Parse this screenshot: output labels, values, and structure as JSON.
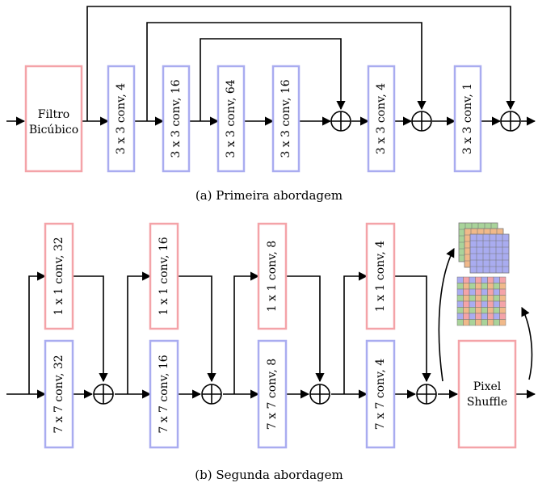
{
  "colors": {
    "red_box": "#f4a3a8",
    "blue_box": "#a9acf0",
    "line": "#000000"
  },
  "diagram_a": {
    "caption": "(a) Primeira abordagem",
    "bicubic": {
      "line1": "Filtro",
      "line2": "Bicúbico"
    },
    "blocks": [
      "3 x 3 conv, 4",
      "3 x 3 conv, 16",
      "3 x 3 conv, 64",
      "3 x 3 conv, 16",
      "3 x 3 conv, 4",
      "3 x 3 conv, 1"
    ]
  },
  "diagram_b": {
    "caption": "(b) Segunda abordagem",
    "top_blocks": [
      "1 x 1 conv, 32",
      "1 x 1 conv, 16",
      "1 x 1 conv, 8",
      "1 x 1 conv, 4"
    ],
    "bottom_blocks": [
      "7 x 7 conv, 32",
      "7 x 7 conv, 16",
      "7 x 7 conv, 8",
      "7 x 7 conv, 4"
    ],
    "pixel_shuffle": {
      "line1": "Pixel",
      "line2": "Shuffle"
    },
    "feature_stack_colors": [
      "#a9d39a",
      "#f0b98a",
      "#a9acf0"
    ],
    "mosaic_colors": [
      "#a9acf0",
      "#f4a3a8",
      "#a9d39a",
      "#f0b98a"
    ]
  }
}
